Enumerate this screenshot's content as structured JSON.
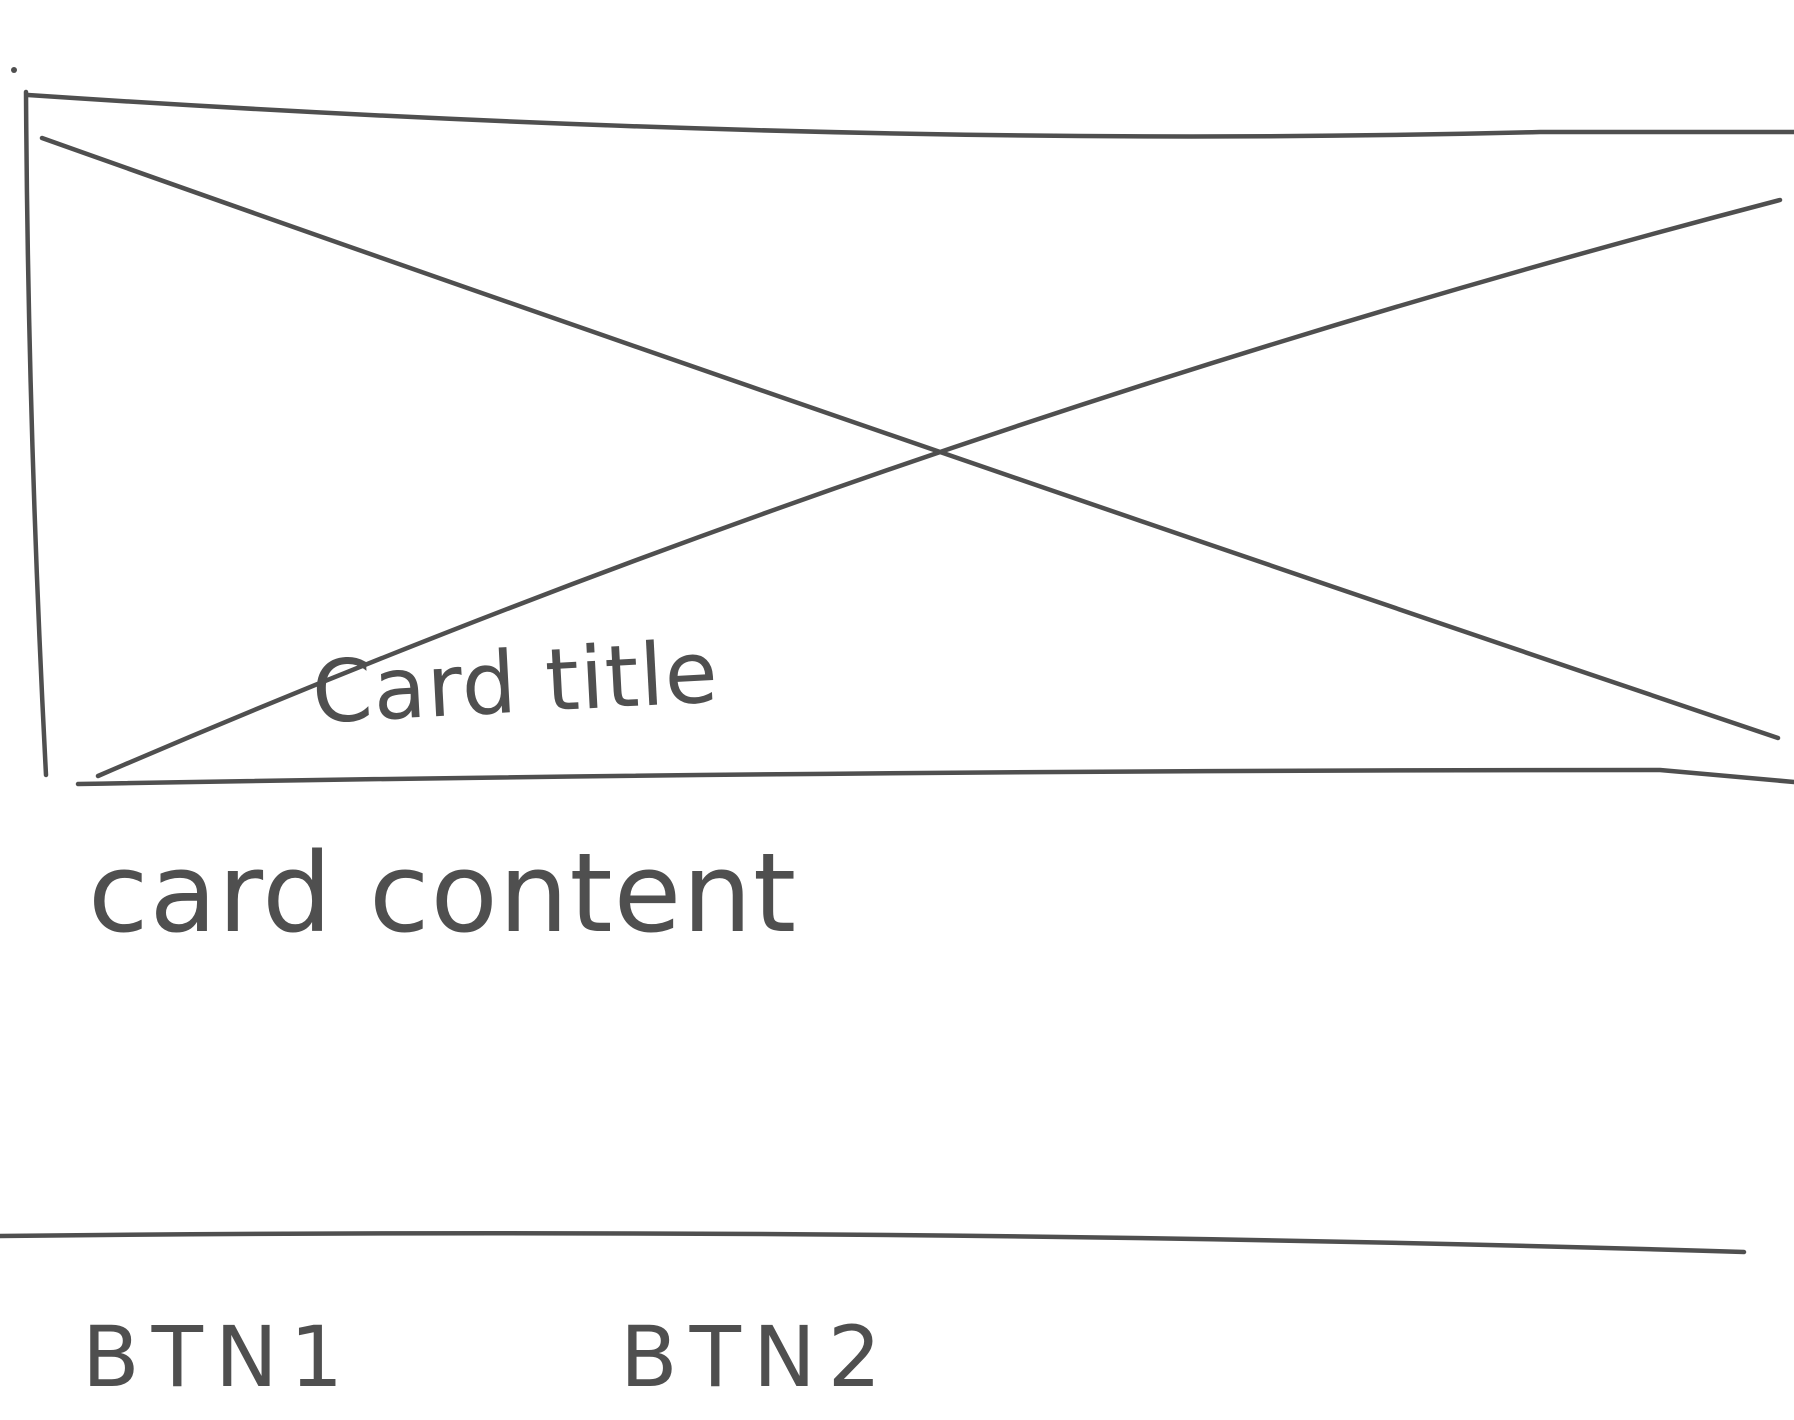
{
  "card": {
    "title": "Card title",
    "content": "card content",
    "media_placeholder_icon": "image-placeholder-icon"
  },
  "actions": [
    {
      "label": "BTN1"
    },
    {
      "label": "BTN2"
    }
  ],
  "colors": {
    "ink": "#4f4f4f",
    "paper": "#ffffff"
  }
}
